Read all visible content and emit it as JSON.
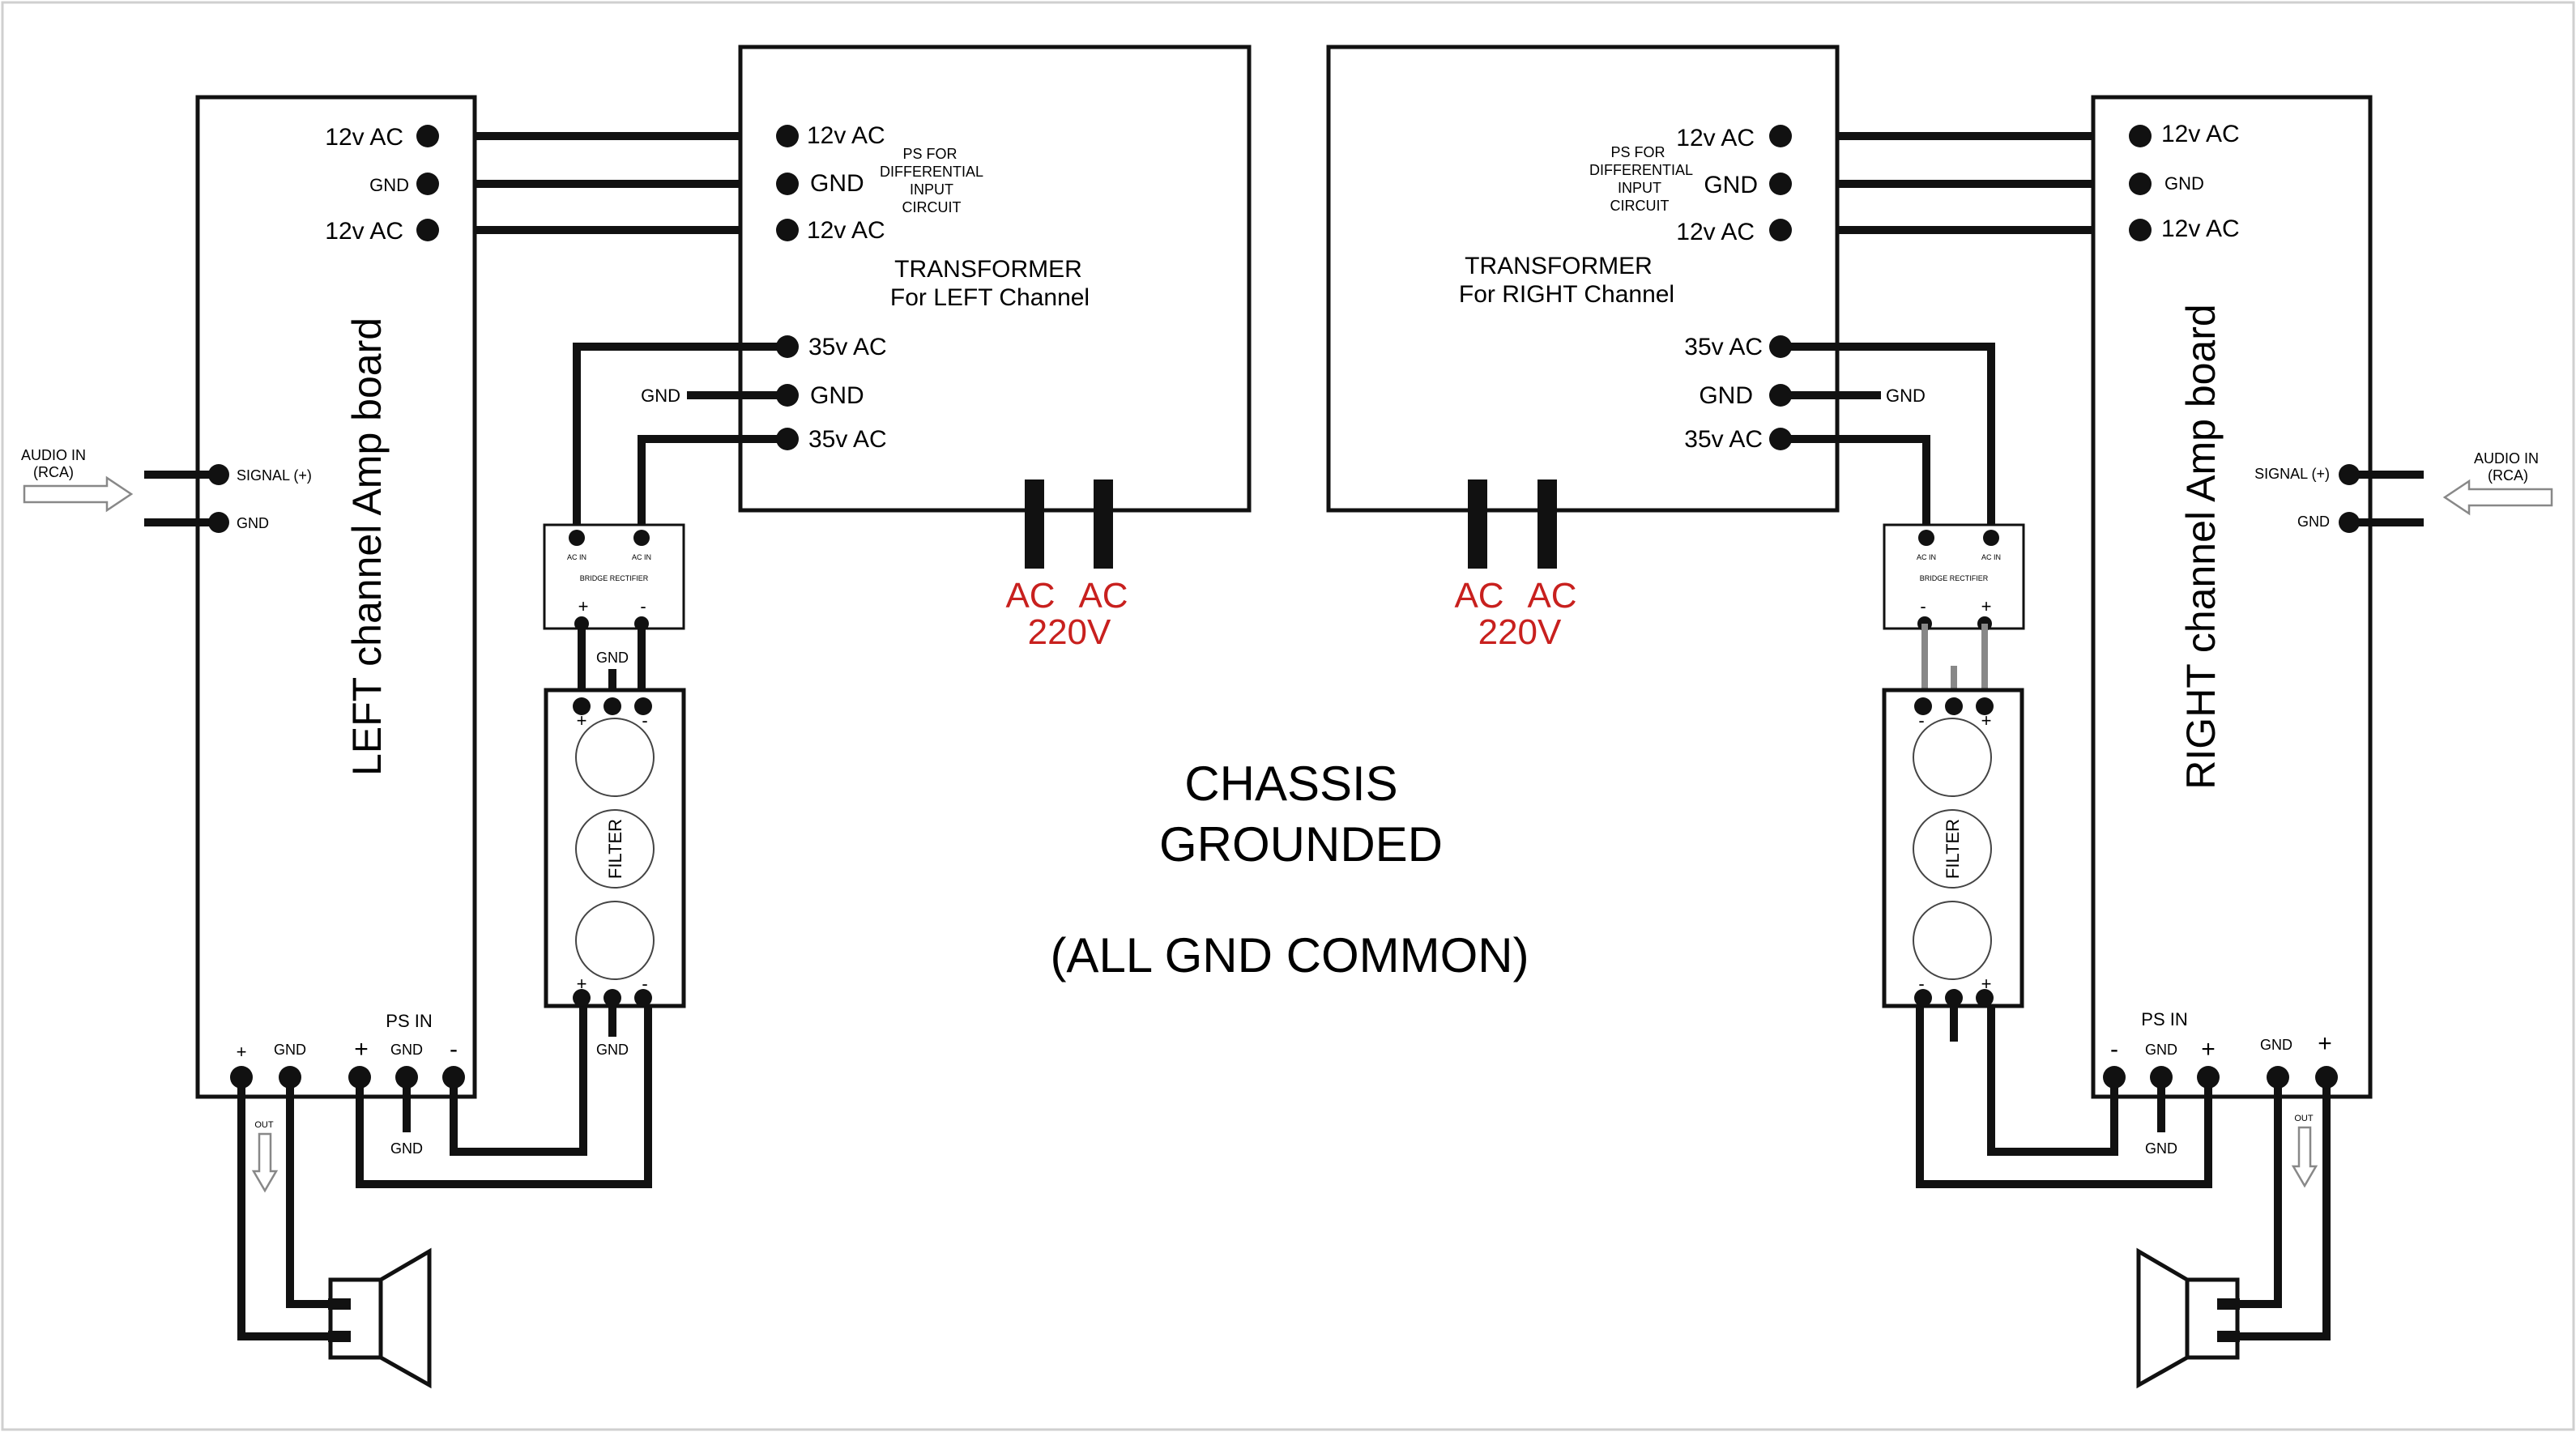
{
  "center": {
    "title_line1": "CHASSIS",
    "title_line2": "GROUNDED",
    "subtitle": "(ALL GND COMMON)"
  },
  "left": {
    "amp_board": "LEFT channel Amp board",
    "amp_12v_top": "12v AC",
    "amp_gnd_top": "GND",
    "amp_12v_bot": "12v AC",
    "signal": "SIGNAL (+)",
    "signal_gnd": "GND",
    "audio_in": "AUDIO IN",
    "audio_rca": "(RCA)",
    "ps_in": "PS IN",
    "ps_plus": "+",
    "ps_gnd": "GND",
    "ps_minus": "-",
    "out_plus": "+",
    "out_gnd": "GND",
    "out_arrow": "OUT",
    "ps_gnd_below": "GND",
    "transformer_title": "TRANSFORMER",
    "transformer_sub": "For LEFT Channel",
    "tr_12v_top": "12v AC",
    "tr_gnd": "GND",
    "tr_12v_bot": "12v AC",
    "ps_diff_1": "PS FOR",
    "ps_diff_2": "DIFFERENTIAL",
    "ps_diff_3": "INPUT",
    "ps_diff_4": "CIRCUIT",
    "tr_35v_top": "35v AC",
    "tr_gnd_mid": "GND",
    "tr_gnd_ext": "GND",
    "tr_35v_bot": "35v AC",
    "ac_in_1": "AC IN",
    "ac_in_2": "AC IN",
    "bridge": "BRIDGE RECTIFIER",
    "br_plus": "+",
    "br_minus": "-",
    "filter_gnd_top": "GND",
    "filter": "FILTER",
    "f_top_plus": "+",
    "f_top_minus": "-",
    "f_bot_plus": "+",
    "f_bot_minus": "-",
    "filter_gnd_bot": "GND",
    "ac_1": "AC",
    "ac_2": "AC",
    "ac_volts": "220V"
  },
  "right": {
    "amp_board": "RIGHT channel Amp board",
    "amp_12v_top": "12v AC",
    "amp_gnd_top": "GND",
    "amp_12v_bot": "12v AC",
    "signal": "SIGNAL (+)",
    "signal_gnd": "GND",
    "audio_in": "AUDIO IN",
    "audio_rca": "(RCA)",
    "ps_in": "PS IN",
    "ps_minus": "-",
    "ps_gnd": "GND",
    "ps_plus": "+",
    "out_gnd": "GND",
    "out_plus": "+",
    "out_arrow": "OUT",
    "ps_gnd_below": "GND",
    "transformer_title": "TRANSFORMER",
    "transformer_sub": "For RIGHT Channel",
    "tr_12v_top": "12v AC",
    "tr_gnd": "GND",
    "tr_12v_bot": "12v AC",
    "ps_diff_1": "PS FOR",
    "ps_diff_2": "DIFFERENTIAL",
    "ps_diff_3": "INPUT",
    "ps_diff_4": "CIRCUIT",
    "tr_35v_top": "35v AC",
    "tr_gnd_mid": "GND",
    "tr_gnd_ext": "GND",
    "tr_35v_bot": "35v AC",
    "ac_in_1": "AC IN",
    "ac_in_2": "AC IN",
    "bridge": "BRIDGE RECTIFIER",
    "br_minus": "-",
    "br_plus": "+",
    "filter": "FILTER",
    "f_top_minus": "-",
    "f_top_plus": "+",
    "f_bot_minus": "-",
    "f_bot_plus": "+",
    "ac_1": "AC",
    "ac_2": "AC",
    "ac_volts": "220V"
  }
}
